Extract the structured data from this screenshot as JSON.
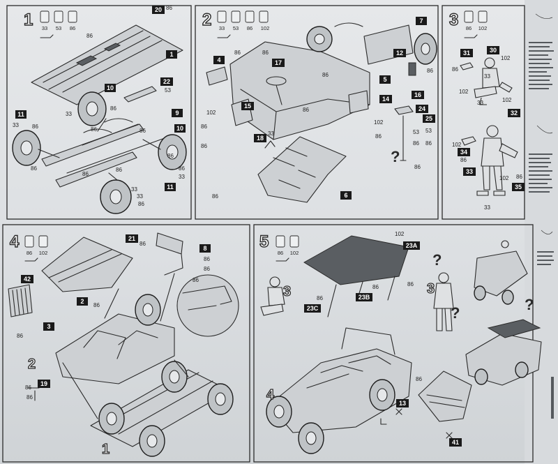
{
  "steps": [
    {
      "number": "1",
      "paints": [
        "33",
        "53",
        "86"
      ],
      "tags": [
        "1",
        "10",
        "10",
        "11",
        "11",
        "20",
        "22",
        "9"
      ],
      "numbers": [
        "86",
        "53",
        "86",
        "33",
        "86",
        "33",
        "86",
        "86",
        "86",
        "33",
        "86",
        "33",
        "86",
        "86",
        "86",
        "86",
        "33",
        "86"
      ]
    },
    {
      "number": "2",
      "paints": [
        "33",
        "53",
        "86",
        "102"
      ],
      "tags": [
        "4",
        "5",
        "6",
        "7",
        "12",
        "14",
        "15",
        "16",
        "17",
        "18",
        "24",
        "25"
      ],
      "numbers": [
        "86",
        "86",
        "86",
        "86",
        "102",
        "86",
        "86",
        "86",
        "102",
        "86",
        "86",
        "53",
        "86",
        "33",
        "53",
        "86",
        "86"
      ]
    },
    {
      "number": "3",
      "paints": [
        "86",
        "102"
      ],
      "tags": [
        "30",
        "31",
        "32",
        "33",
        "34",
        "35"
      ],
      "numbers": [
        "102",
        "86",
        "102",
        "33",
        "102",
        "33",
        "102",
        "86",
        "102",
        "86",
        "33"
      ]
    },
    {
      "number": "4",
      "paints": [
        "86",
        "102"
      ],
      "tags": [
        "2",
        "3",
        "8",
        "19",
        "21",
        "42"
      ],
      "numbers": [
        "86",
        "86",
        "86",
        "86",
        "86",
        "86",
        "86",
        "86"
      ],
      "sub_labels": [
        "2",
        "1"
      ]
    },
    {
      "number": "5",
      "paints": [
        "86",
        "102"
      ],
      "tags": [
        "13",
        "23A",
        "23B",
        "23C",
        "41"
      ],
      "numbers": [
        "102",
        "86",
        "86",
        "86",
        "86"
      ],
      "sub_labels": [
        "3",
        "3",
        "4"
      ],
      "question_marks": [
        "?",
        "?",
        "?"
      ]
    }
  ],
  "step2_question": "?"
}
